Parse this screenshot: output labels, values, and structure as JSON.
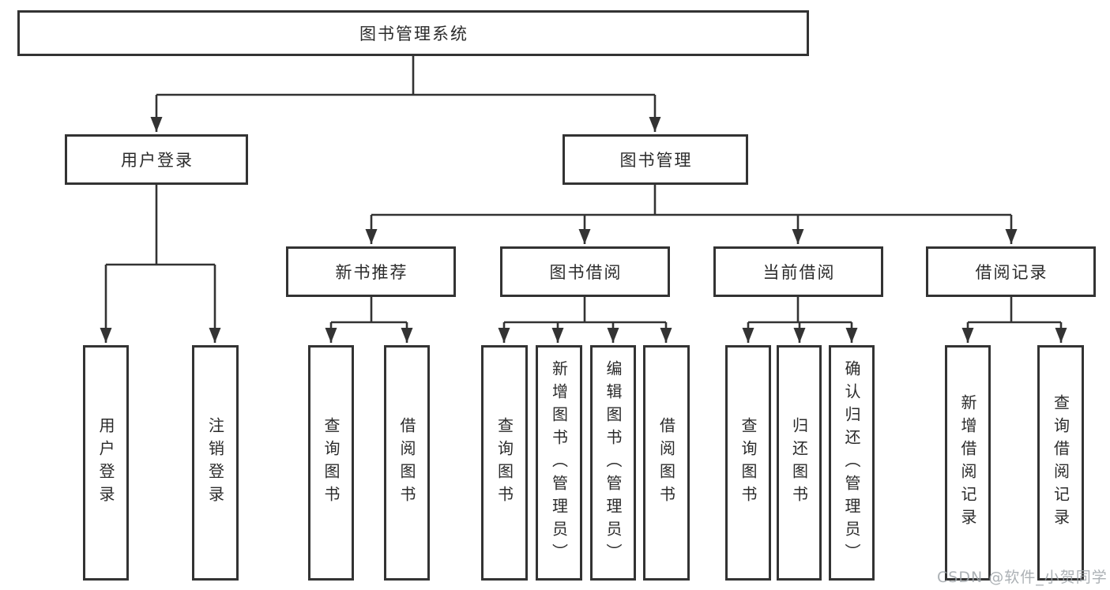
{
  "diagram": {
    "title": "图书管理系统",
    "branches": [
      {
        "label": "用户登录",
        "children": [
          {
            "label": "用户登录"
          },
          {
            "label": "注销登录"
          }
        ]
      },
      {
        "label": "图书管理",
        "children": [
          {
            "label": "新书推荐",
            "children": [
              {
                "label": "查询图书"
              },
              {
                "label": "借阅图书"
              }
            ]
          },
          {
            "label": "图书借阅",
            "children": [
              {
                "label": "查询图书"
              },
              {
                "label": "新增图书（管理员）"
              },
              {
                "label": "编辑图书（管理员）"
              },
              {
                "label": "借阅图书"
              }
            ]
          },
          {
            "label": "当前借阅",
            "children": [
              {
                "label": "查询图书"
              },
              {
                "label": "归还图书"
              },
              {
                "label": "确认归还（管理员）"
              }
            ]
          },
          {
            "label": "借阅记录",
            "children": [
              {
                "label": "新增借阅记录"
              },
              {
                "label": "查询借阅记录"
              }
            ]
          }
        ]
      }
    ]
  },
  "watermark": {
    "text": "CSDN @软件_小贺同学"
  },
  "colors": {
    "box_border": "#333333",
    "connector_line": "#333333",
    "text": "#2b2b2b",
    "background": "#ffffff",
    "watermark": "#9ea3a8"
  }
}
